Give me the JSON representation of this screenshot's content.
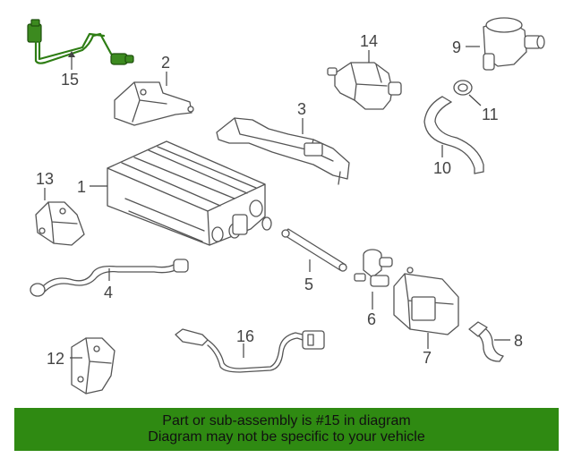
{
  "diagram": {
    "callouts": [
      {
        "id": "1",
        "label": "1"
      },
      {
        "id": "2",
        "label": "2"
      },
      {
        "id": "3",
        "label": "3"
      },
      {
        "id": "4",
        "label": "4"
      },
      {
        "id": "5",
        "label": "5"
      },
      {
        "id": "6",
        "label": "6"
      },
      {
        "id": "7",
        "label": "7"
      },
      {
        "id": "8",
        "label": "8"
      },
      {
        "id": "9",
        "label": "9"
      },
      {
        "id": "10",
        "label": "10"
      },
      {
        "id": "11",
        "label": "11"
      },
      {
        "id": "12",
        "label": "12"
      },
      {
        "id": "13",
        "label": "13"
      },
      {
        "id": "14",
        "label": "14"
      },
      {
        "id": "15",
        "label": "15"
      },
      {
        "id": "16",
        "label": "16"
      }
    ],
    "highlighted_part": "15",
    "highlight_color": "#2f8a12"
  },
  "banner": {
    "line1": "Part or sub-assembly is #15 in diagram",
    "line2": "Diagram may not be specific to your vehicle",
    "background": "#2f8a12"
  }
}
